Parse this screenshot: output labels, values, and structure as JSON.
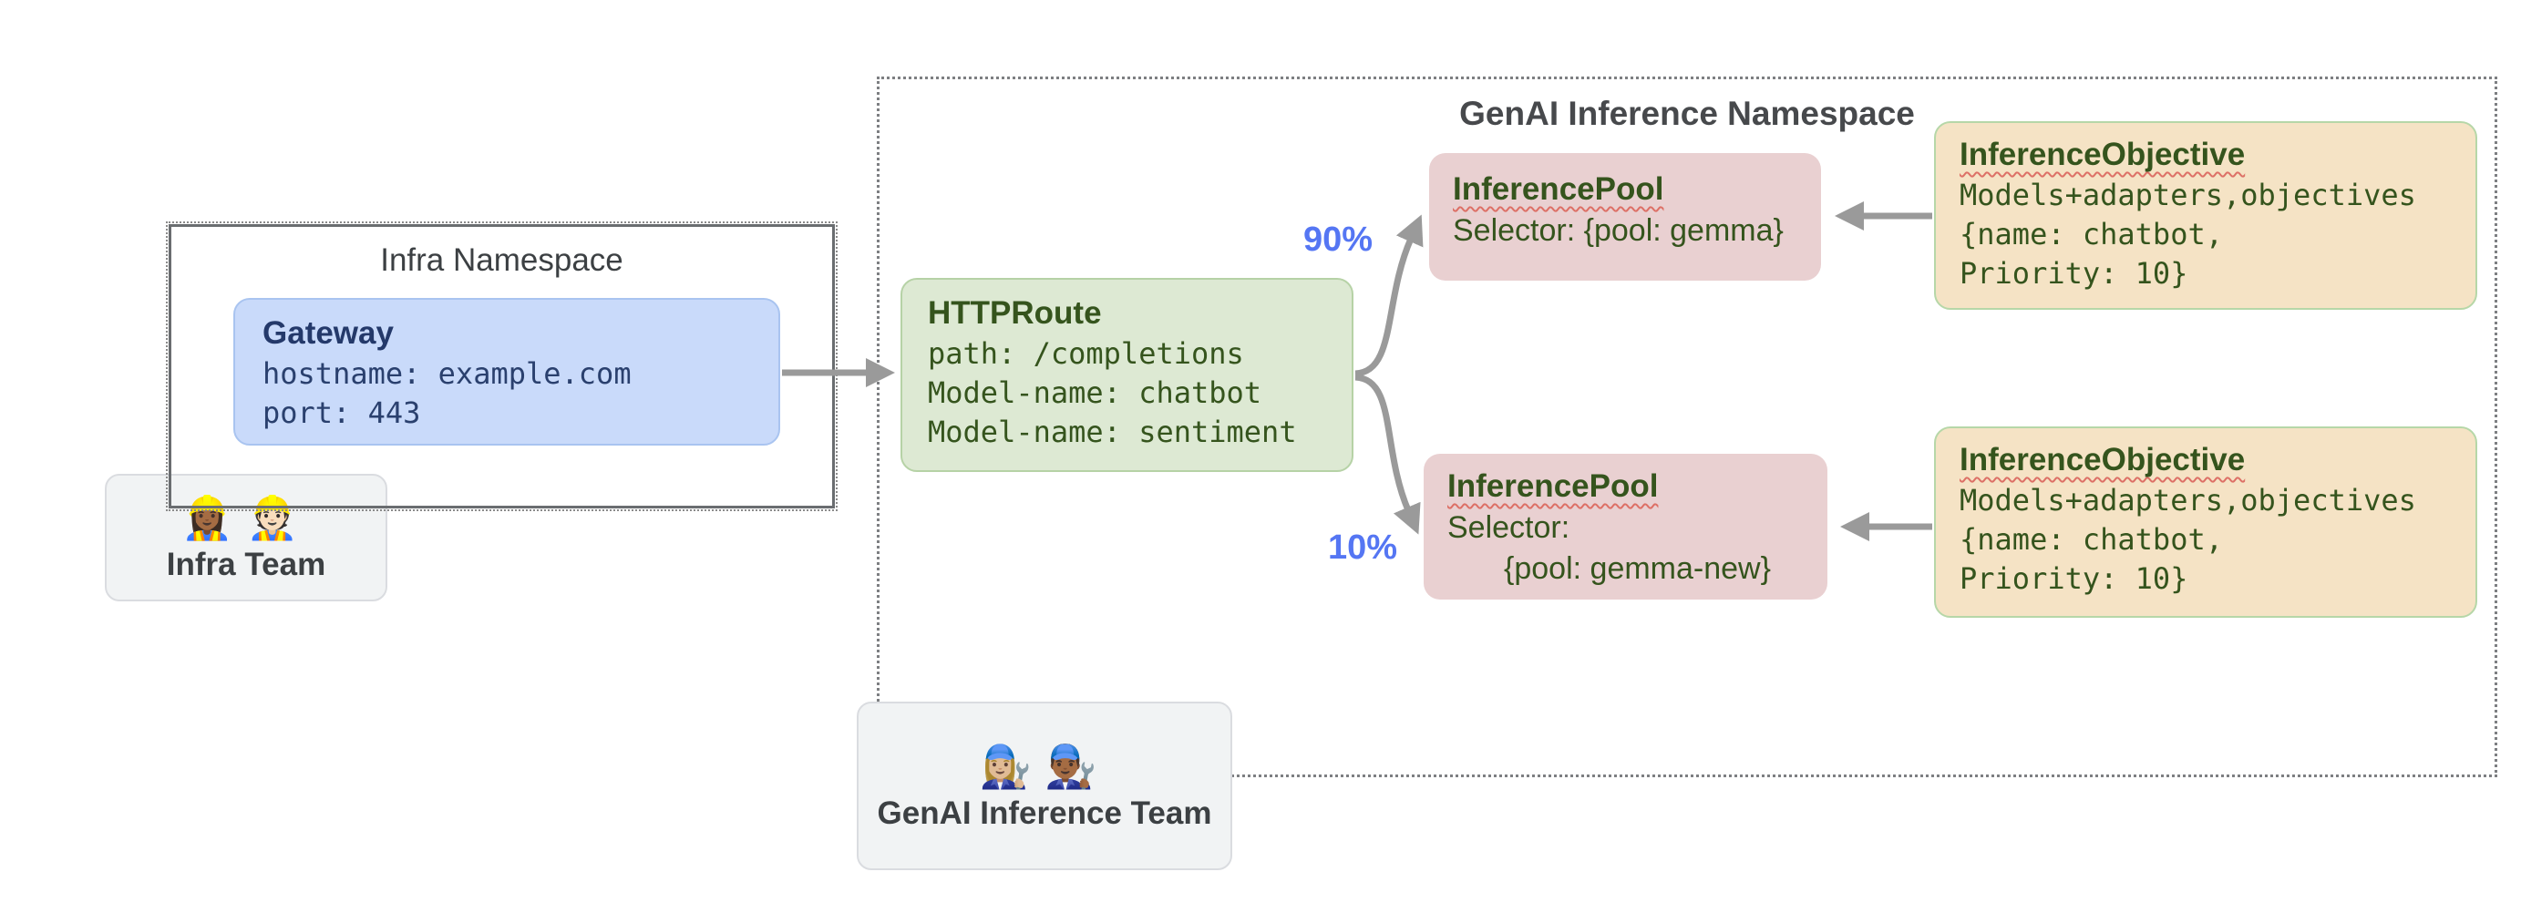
{
  "diagram": {
    "kind": "kubernetes-gateway-inference-routing-diagram",
    "background": "#ffffff"
  },
  "colors": {
    "gateway_fill": "#c9dafa",
    "gateway_text": "#2a406e",
    "httproute_fill": "#dde9d3",
    "inference_pool_fill": "#e9d0d1",
    "inference_objective_fill": "#f5e3c5",
    "green_text": "#35541d",
    "team_fill": "#f1f3f4",
    "namespace_border": "#6a6d70",
    "arrow_gray": "#9a9a9a",
    "percent_blue": "#5576f3",
    "squiggle_red": "#dd7066"
  },
  "infra_namespace": {
    "title": "Infra Namespace"
  },
  "gateway": {
    "title": "Gateway",
    "lines": [
      "hostname: example.com",
      "port: 443"
    ]
  },
  "infra_team": {
    "emoji_1": "👷🏾‍♀️",
    "emoji_2": "👷🏻",
    "label": "Infra Team"
  },
  "genai_namespace": {
    "title": "GenAI Inference Namespace"
  },
  "httproute": {
    "title": "HTTPRoute",
    "lines": [
      "path: /completions",
      "Model-name: chatbot",
      "Model-name: sentiment"
    ]
  },
  "traffic_split": {
    "top_percent": "90%",
    "bottom_percent": "10%"
  },
  "inference_pool_top": {
    "title": "InferencePool",
    "selector_line": "Selector: {pool: gemma}"
  },
  "inference_pool_bottom": {
    "title": "InferencePool",
    "selector_line_1": "Selector:",
    "selector_line_2": "{pool: gemma-new}"
  },
  "inference_objective_top": {
    "title": "InferenceObjective",
    "lines": [
      "Models+adapters,objectives",
      "{name: chatbot,",
      "Priority: 10}"
    ]
  },
  "inference_objective_bottom": {
    "title": "InferenceObjective",
    "lines": [
      "Models+adapters,objectives",
      "{name: chatbot,",
      "Priority: 10}"
    ]
  },
  "genai_team": {
    "emoji_1": "👩🏼‍🔧",
    "emoji_2": "👨🏾‍🔧",
    "label": "GenAI Inference Team"
  }
}
